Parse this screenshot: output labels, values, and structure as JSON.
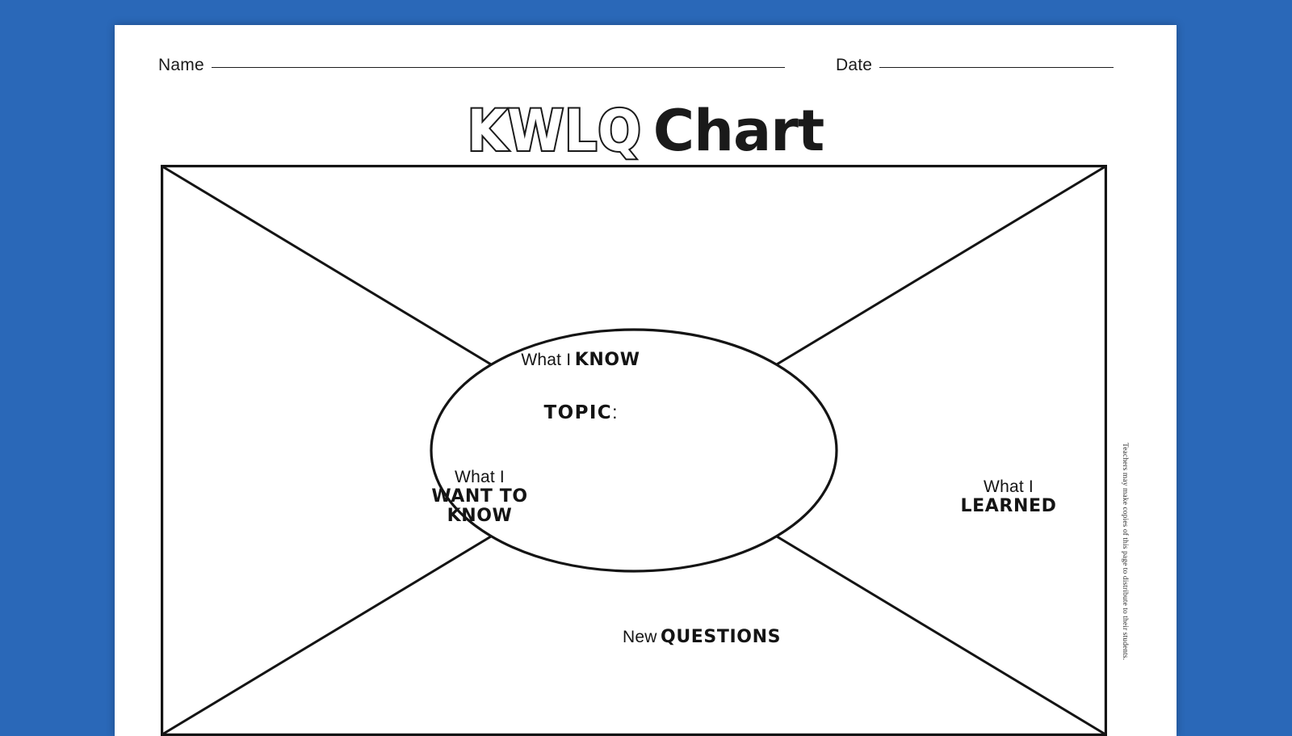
{
  "background_color": "#2a68b8",
  "page_color": "#ffffff",
  "ink_color": "#141414",
  "meta": {
    "name_label": "Name",
    "date_label": "Date"
  },
  "title": {
    "outline_part": "KWLQ",
    "solid_part": "Chart"
  },
  "diagram": {
    "center": {
      "topic_label": "TOPIC",
      "topic_colon": ":"
    },
    "regions": [
      {
        "id": "know",
        "lead": "What I",
        "emphasis": "KNOW",
        "position": "top"
      },
      {
        "id": "want-to-know",
        "lead": "What I",
        "emphasis_line1": "WANT TO",
        "emphasis_line2": "KNOW",
        "position": "left"
      },
      {
        "id": "learned",
        "lead": "What I",
        "emphasis": "LEARNED",
        "position": "right"
      },
      {
        "id": "new-questions",
        "lead": "New",
        "emphasis": "QUESTIONS",
        "position": "bottom"
      }
    ]
  },
  "attribution": "Teachers may make copies of this page to distribute to their students."
}
